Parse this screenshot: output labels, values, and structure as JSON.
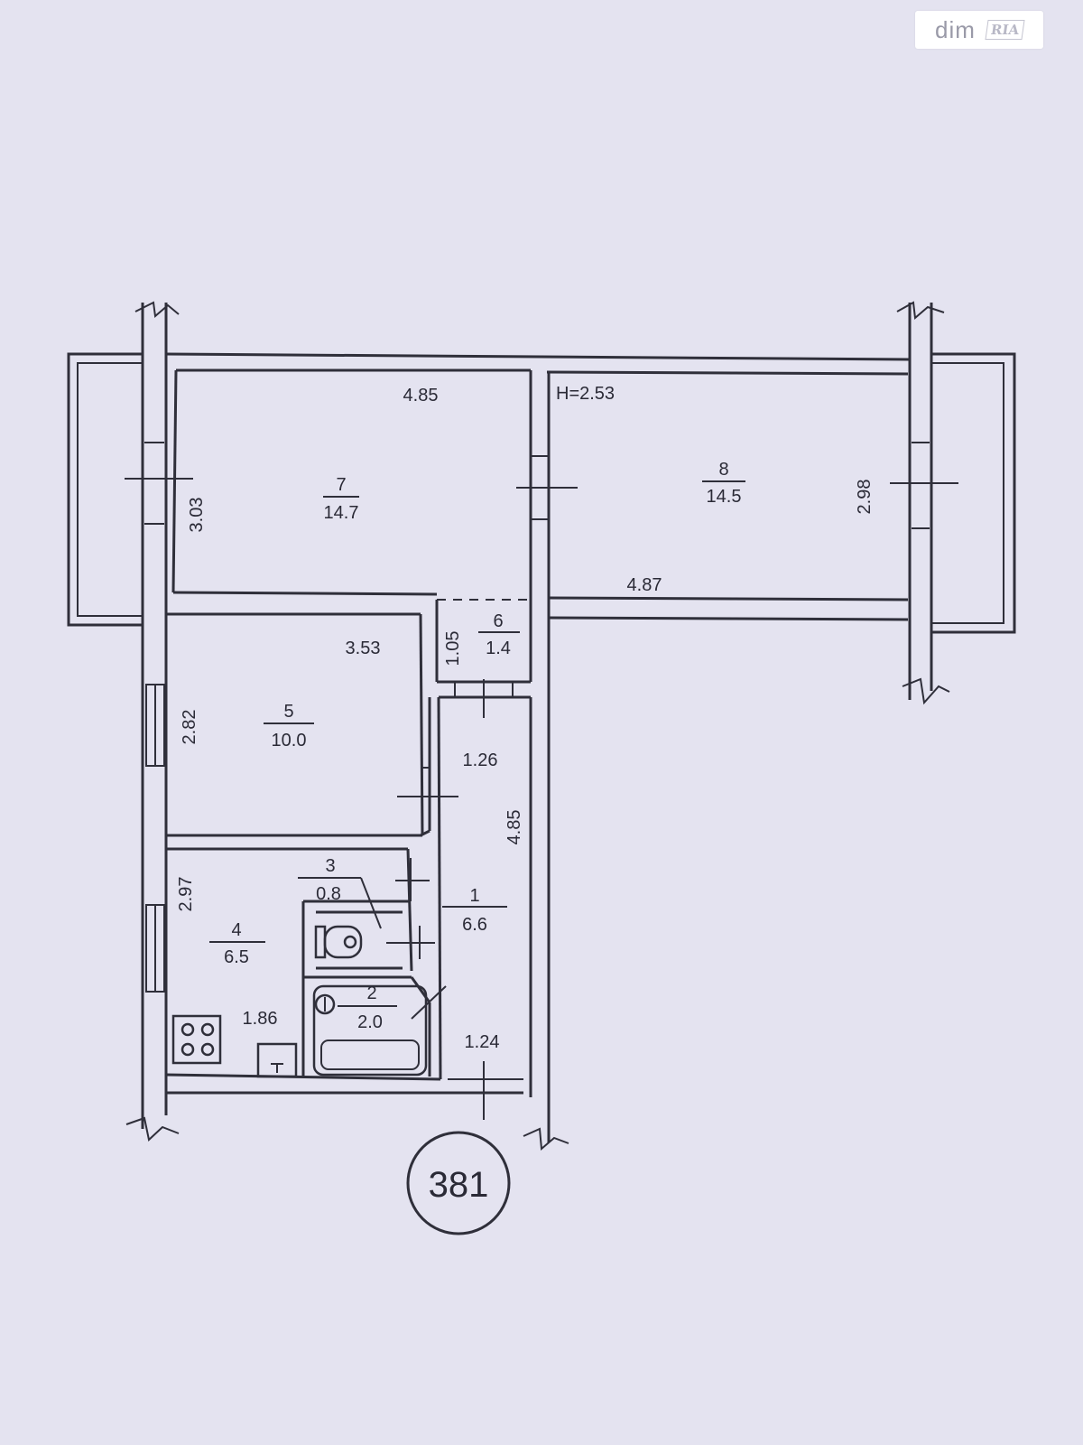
{
  "watermark": {
    "text": "dim",
    "badge": "RIA"
  },
  "plan": {
    "number": "381",
    "height_note": "H=2.53",
    "rooms": [
      {
        "id": "7",
        "area": "14.7"
      },
      {
        "id": "8",
        "area": "14.5"
      },
      {
        "id": "5",
        "area": "10.0"
      },
      {
        "id": "6",
        "area": "1.4"
      },
      {
        "id": "1",
        "area": "6.6"
      },
      {
        "id": "3",
        "area": "0.8"
      },
      {
        "id": "2",
        "area": "2.0"
      },
      {
        "id": "4",
        "area": "6.5"
      }
    ],
    "dimensions": {
      "room7_width": "4.85",
      "room7_depth": "3.03",
      "room8_width": "4.87",
      "room8_depth": "2.98",
      "room5_width": "3.53",
      "room5_depth": "2.82",
      "room6_depth": "1.05",
      "hall_width_top": "1.26",
      "hall_length": "4.85",
      "hall_width_bottom": "1.24",
      "kitchen_depth": "2.97",
      "kitchen_width": "1.86"
    }
  }
}
